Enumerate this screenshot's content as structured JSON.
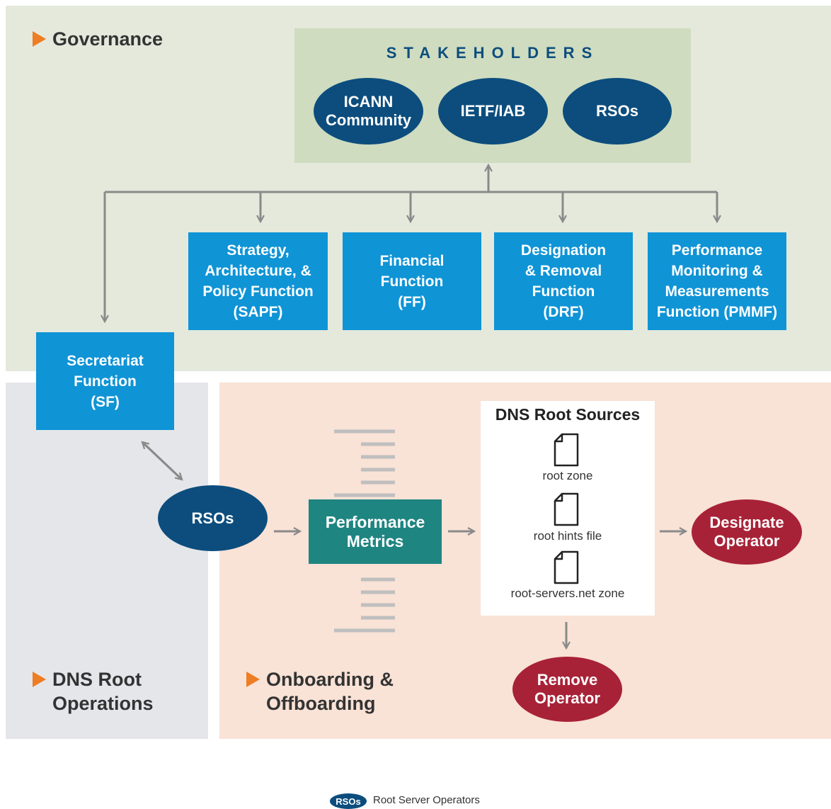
{
  "sections": {
    "governance": "Governance",
    "dns_root_operations": [
      "DNS Root",
      "Operations"
    ],
    "onboarding": [
      "Onboarding &",
      "Offboarding"
    ]
  },
  "stakeholders": {
    "title": "STAKEHOLDERS",
    "items": [
      [
        "ICANN",
        "Community"
      ],
      [
        "IETF/IAB"
      ],
      [
        "RSOs"
      ]
    ]
  },
  "functions": [
    [
      "Strategy,",
      "Architecture, &",
      "Policy Function",
      "(SAPF)"
    ],
    [
      "Financial",
      "Function",
      "(FF)"
    ],
    [
      "Designation",
      "& Removal",
      "Function",
      "(DRF)"
    ],
    [
      "Performance",
      "Monitoring &",
      "Measurements",
      "Function (PMMF)"
    ]
  ],
  "secretariat": [
    "Secretariat",
    "Function",
    "(SF)"
  ],
  "rsos": "RSOs",
  "performance_metrics": [
    "Performance",
    "Metrics"
  ],
  "dns_root_sources": {
    "title": "DNS Root Sources",
    "items": [
      "root zone",
      "root hints file",
      "root-servers.net zone"
    ]
  },
  "outcomes": {
    "designate": [
      "Designate",
      "Operator"
    ],
    "remove": [
      "Remove",
      "Operator"
    ]
  },
  "legend": {
    "badge": "RSOs",
    "text": "Root Server Operators"
  },
  "colors": {
    "accent_orange": "#ee7d23",
    "navy": "#0c4d7d",
    "function_blue": "#0f94d6",
    "teal": "#1f8581",
    "crimson": "#a82237"
  }
}
